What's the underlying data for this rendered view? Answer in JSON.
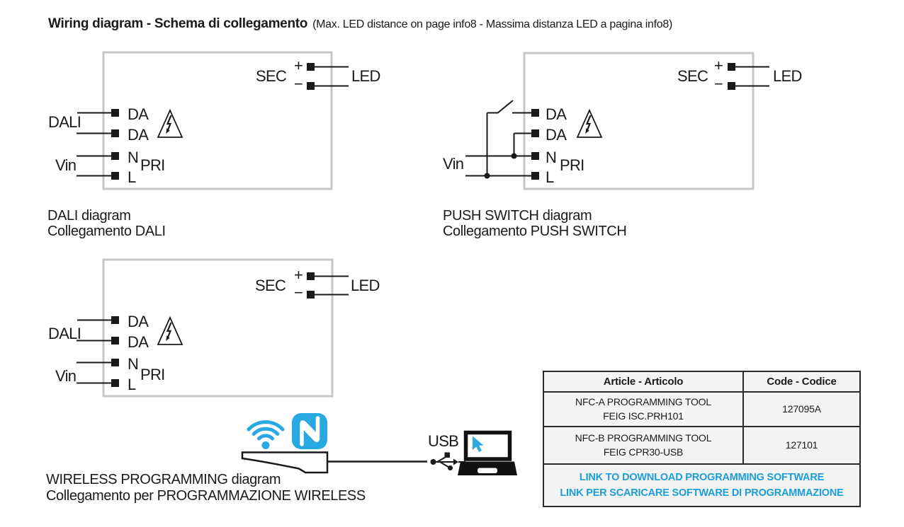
{
  "page": {
    "title_bold": "Wiring diagram - Schema di collegamento",
    "title_note": "(Max. LED distance on page info8 - Massima distanza LED a pagina info8)"
  },
  "colors": {
    "accent_blue": "#1b9dd9",
    "icon_blue": "#29a9e1",
    "box_border_gray": "#c7c7c7",
    "line_black": "#1a1a1a",
    "table_cell_bg": "#f4f4f4"
  },
  "icons": {
    "warning": "electric-shock-warning-triangle",
    "wifi": "wifi-signal",
    "nfc": "nfc-n-mark",
    "usb": "usb-trident-symbol",
    "laptop": "laptop-with-cursor",
    "switch": "push-switch-contact"
  },
  "diagrams": {
    "dali": {
      "caption_en": "DALI diagram",
      "caption_it": "Collegamento DALI",
      "bus_label": "DALI",
      "vin_label": "Vin",
      "da1": "DA",
      "da2": "DA",
      "n": "N",
      "l": "L",
      "pri": "PRI",
      "sec": "SEC",
      "plus": "+",
      "minus": "−",
      "led": "LED"
    },
    "push": {
      "caption_en": "PUSH SWITCH diagram",
      "caption_it": "Collegamento PUSH SWITCH",
      "vin_label": "Vin",
      "da1": "DA",
      "da2": "DA",
      "n": "N",
      "l": "L",
      "pri": "PRI",
      "sec": "SEC",
      "plus": "+",
      "minus": "−",
      "led": "LED"
    },
    "wireless": {
      "caption_en": "WIRELESS PROGRAMMING diagram",
      "caption_it": "Collegamento per PROGRAMMAZIONE WIRELESS",
      "bus_label": "DALI",
      "vin_label": "Vin",
      "da1": "DA",
      "da2": "DA",
      "n": "N",
      "l": "L",
      "pri": "PRI",
      "sec": "SEC",
      "plus": "+",
      "minus": "−",
      "led": "LED",
      "usb_label": "USB"
    }
  },
  "table": {
    "headers": [
      "Article - Articolo",
      "Code - Codice"
    ],
    "rows": [
      {
        "article_line1": "NFC-A PROGRAMMING TOOL",
        "article_line2": "FEIG ISC.PRH101",
        "code": "127095A"
      },
      {
        "article_line1": "NFC-B PROGRAMMING TOOL",
        "article_line2": "FEIG CPR30-USB",
        "code": "127101"
      }
    ],
    "links": [
      "LINK TO DOWNLOAD PROGRAMMING SOFTWARE",
      "LINK PER SCARICARE SOFTWARE DI PROGRAMMAZIONE"
    ]
  }
}
